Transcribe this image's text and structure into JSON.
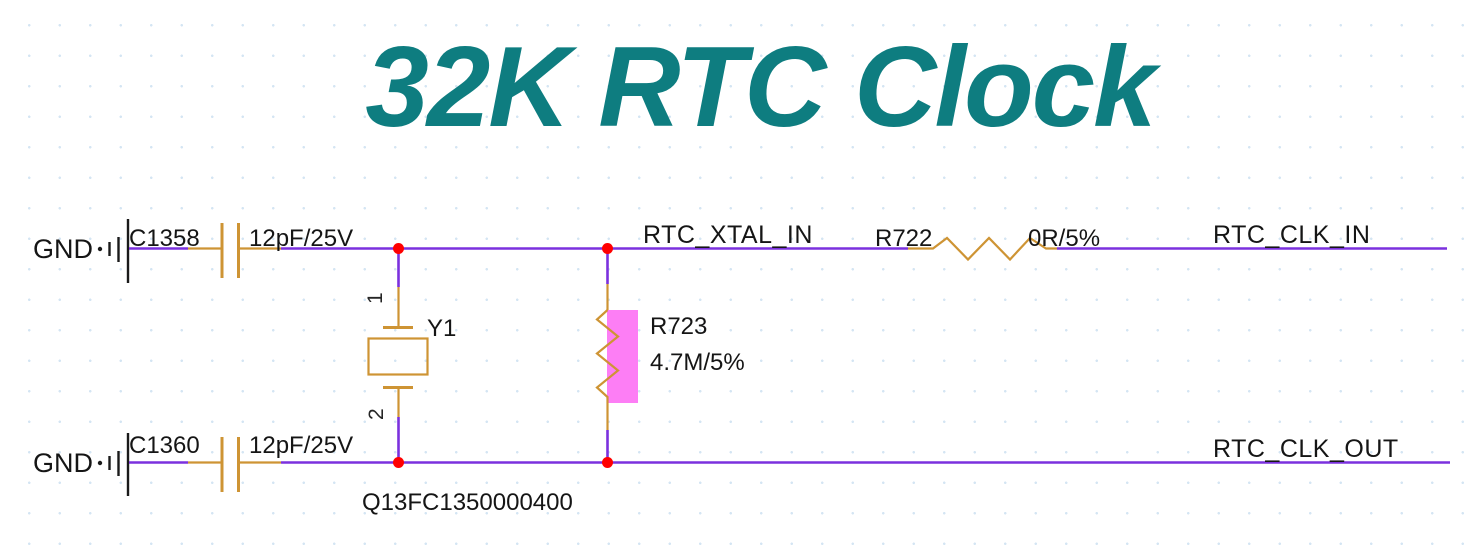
{
  "title": {
    "text": "32K RTC Clock",
    "color": "#0E7D80"
  },
  "colors": {
    "background": "#FFFFFF",
    "grid_dot": "#D4E5F3",
    "wire": "#7B31DE",
    "component_body": "#CE9434",
    "junction_dot": "#FF0000",
    "selection_highlight": "#FD7EF5",
    "label_text": "#151515",
    "gnd_symbol": "#1A1A1A"
  },
  "power": {
    "gnd_label": "GND"
  },
  "nets": {
    "rtc_xtal_in": "RTC_XTAL_IN",
    "rtc_clk_in": "RTC_CLK_IN",
    "rtc_clk_out": "RTC_CLK_OUT"
  },
  "components": {
    "c1358": {
      "designator": "C1358",
      "value": "12pF/25V"
    },
    "c1360": {
      "designator": "C1360",
      "value": "12pF/25V"
    },
    "y1": {
      "designator": "Y1",
      "pin1": "1",
      "pin2": "2",
      "part_number": "Q13FC1350000400"
    },
    "r722": {
      "designator": "R722",
      "value": "0R/5%"
    },
    "r723": {
      "designator": "R723",
      "value": "4.7M/5%"
    }
  }
}
